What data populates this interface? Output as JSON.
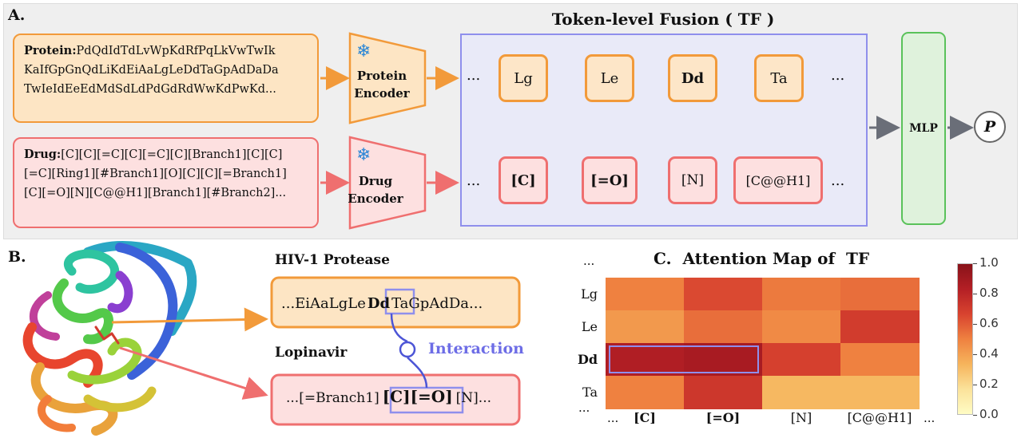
{
  "panel_a": {
    "label": "A.",
    "tf_title": "Token-level Fusion ( TF )",
    "protein_seq": {
      "prefix": "Protein:",
      "line1": "PdQdIdTdLvWpKdRfPqLkVwTwIk",
      "line2": "KaIfGpGnQdLiKdEiAaLgLeDdTaGpAdDaDa",
      "line3": "TwIeIdEeEdMdSdLdPdGdRdWwKdPwKd..."
    },
    "drug_seq": {
      "prefix": "Drug:",
      "line1": "[C][C][=C][C][=C][C][Branch1][C][C]",
      "line2": "[=C][Ring1][#Branch1][O][C][C][=Branch1]",
      "line3": "[C][=O][N][C@@H1][Branch1][#Branch2]..."
    },
    "protein_encoder": {
      "line1": "Protein",
      "line2": "Encoder"
    },
    "drug_encoder": {
      "line1": "Drug",
      "line2": "Encoder"
    },
    "snowflake": "❄",
    "protein_tokens": [
      "Lg",
      "Le",
      "Dd",
      "Ta"
    ],
    "drug_tokens": [
      "[C]",
      "[=O]",
      "[N]",
      "[C@@H1]"
    ],
    "ellipsis": "...",
    "ellipsis_alt": "…",
    "mlp_label": "MLP",
    "output_label": "P"
  },
  "panel_b": {
    "label": "B.",
    "protein_name": "HIV-1 Protease",
    "protein_snippet": {
      "pre": "...EiAaLgLe",
      "highlight": "Dd",
      "post": "TaGpAdDa..."
    },
    "drug_name": "Lopinavir",
    "drug_snippet": {
      "pre": "...[=Branch1]",
      "highlight": "[C][=O]",
      "post": "[N]..."
    },
    "interaction_label": "Interaction"
  },
  "panel_c": {
    "label": "C.",
    "title": "Attention Map of  TF",
    "top_ellipsis": "...",
    "bottom_ellipsis": "...",
    "x_left_ellipsis": "...",
    "x_right_ellipsis": "..."
  },
  "chart_data": {
    "type": "heatmap",
    "title": "Attention Map of  TF",
    "rows": [
      "Lg",
      "Le",
      "Dd",
      "Ta"
    ],
    "cols": [
      "[C]",
      "[=O]",
      "[N]",
      "[C@@H1]"
    ],
    "values": [
      [
        0.5,
        0.65,
        0.52,
        0.55
      ],
      [
        0.42,
        0.55,
        0.47,
        0.7
      ],
      [
        0.85,
        0.88,
        0.68,
        0.5
      ],
      [
        0.5,
        0.72,
        0.32,
        0.32
      ]
    ],
    "highlight": {
      "row": "Dd",
      "cols": [
        "[C]",
        "[=O]"
      ]
    },
    "colorbar": {
      "min": 0.0,
      "max": 1.0,
      "ticks": [
        "0.0",
        "0.2",
        "0.4",
        "0.6",
        "0.8",
        "1.0"
      ]
    },
    "colormap": [
      "#fffcc4",
      "#fbe29a",
      "#f6b45c",
      "#ef8140",
      "#d8432f",
      "#b41f25",
      "#881219"
    ]
  }
}
